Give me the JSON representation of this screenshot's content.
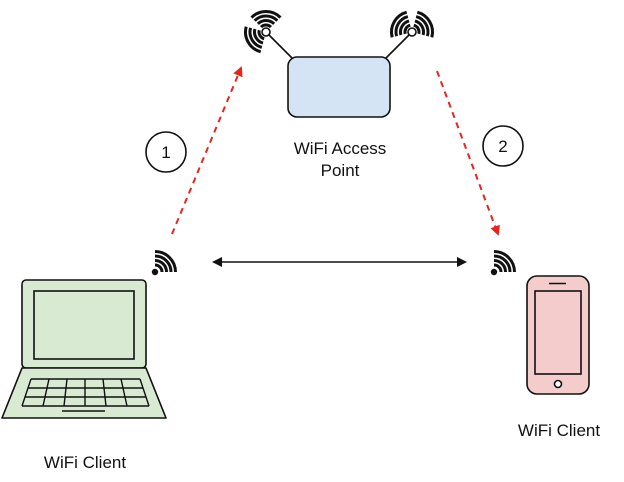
{
  "labels": {
    "access_point": "WiFi Access\nPoint",
    "client_left": "WiFi Client",
    "client_right": "WiFi Client"
  },
  "steps": {
    "one": "1",
    "two": "2"
  },
  "colors": {
    "router_fill": "#d4e4f4",
    "laptop_fill": "#d9ead3",
    "phone_fill": "#f4cccc",
    "arrow_red": "#e8241d",
    "stroke": "#111111"
  },
  "icons": [
    "wifi-signal-icon",
    "router-icon",
    "laptop-icon",
    "smartphone-icon"
  ]
}
